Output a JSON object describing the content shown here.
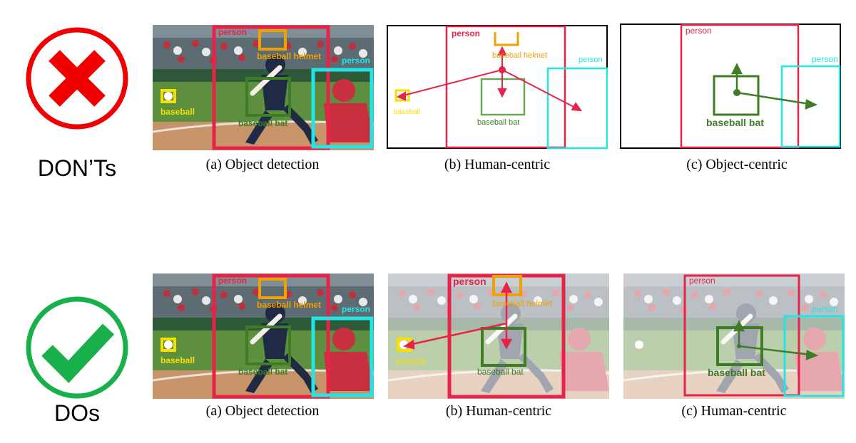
{
  "rows": {
    "donts": {
      "label": "DON’Ts",
      "captions": [
        "(a) Object detection",
        "(b) Human-centric",
        "(c) Object-centric"
      ]
    },
    "dos": {
      "label": "DOs",
      "captions": [
        "(a) Object detection",
        "(b) Human-centric",
        "(c) Human-centric"
      ]
    }
  },
  "labels": {
    "person": "person",
    "helmet": "baseball helmet",
    "bat": "baseball bat",
    "ball": "baseball"
  },
  "colors": {
    "person": "#e8234a",
    "person2": "#22e5e5",
    "helmet": "#f0a000",
    "bat": "#3e7d25",
    "ball": "#f5e000",
    "dont": "#f00000",
    "do": "#18b04b"
  },
  "icons": {
    "dont": "cross-in-circle-icon",
    "do": "check-in-circle-icon"
  }
}
